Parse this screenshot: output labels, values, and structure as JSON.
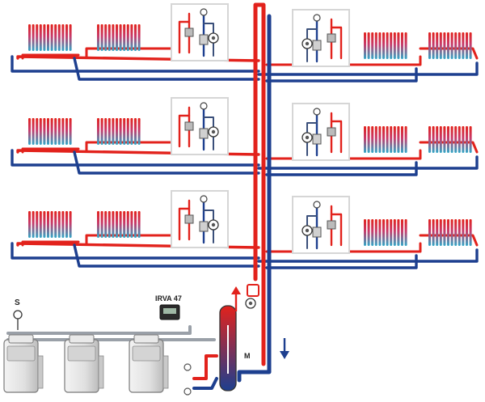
{
  "labels": {
    "sensor": "S",
    "controller": "IRVA 47",
    "manifold": "M"
  },
  "icons": {
    "flow_up": "arrow-up-icon",
    "flow_down": "arrow-down-icon",
    "pump": "circulation-pump-icon",
    "radiator": "radiator-icon",
    "boiler": "boiler-icon",
    "sensor": "temperature-sensor-icon",
    "controller": "controller-unit-icon"
  },
  "colors": {
    "supply": "#e2221c",
    "return": "#1d3f8f",
    "radiator_hot": "#e2221c",
    "radiator_cold": "#2fa8c8",
    "station_frame": "#d6d6d6",
    "boiler_body": "#e4e4e4"
  }
}
